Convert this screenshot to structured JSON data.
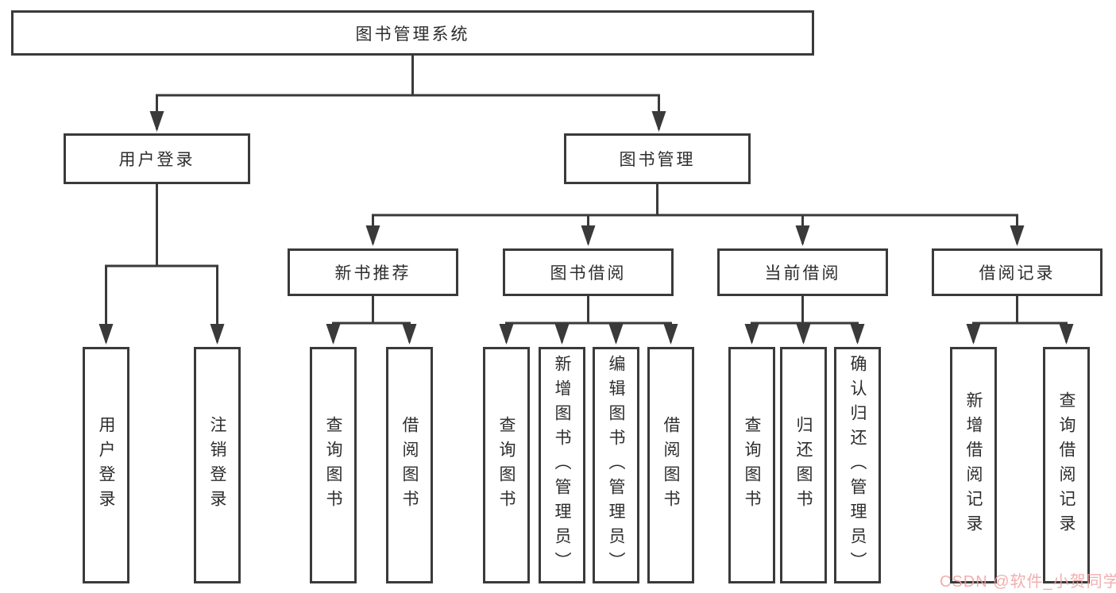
{
  "colors": {
    "line": "#3a3a3a",
    "box_background": "#ffffff",
    "text": "#2d2d2d",
    "watermark": "#f0a0a0"
  },
  "tree": {
    "root": {
      "label": "图书管理系统",
      "children": [
        {
          "label": "用户登录",
          "children": [
            {
              "label": "用户登录"
            },
            {
              "label": "注销登录"
            }
          ]
        },
        {
          "label": "图书管理",
          "children": [
            {
              "label": "新书推荐",
              "children": [
                {
                  "label": "查询图书"
                },
                {
                  "label": "借阅图书"
                }
              ]
            },
            {
              "label": "图书借阅",
              "children": [
                {
                  "label": "查询图书"
                },
                {
                  "label": "新增图书（管理员）"
                },
                {
                  "label": "编辑图书（管理员）"
                },
                {
                  "label": "借阅图书"
                }
              ]
            },
            {
              "label": "当前借阅",
              "children": [
                {
                  "label": "查询图书"
                },
                {
                  "label": "归还图书"
                },
                {
                  "label": "确认归还（管理员）"
                }
              ]
            },
            {
              "label": "借阅记录",
              "children": [
                {
                  "label": "新增借阅记录"
                },
                {
                  "label": "查询借阅记录"
                }
              ]
            }
          ]
        }
      ]
    }
  },
  "watermark": {
    "text": "CSDN @软件_小贺同学"
  }
}
